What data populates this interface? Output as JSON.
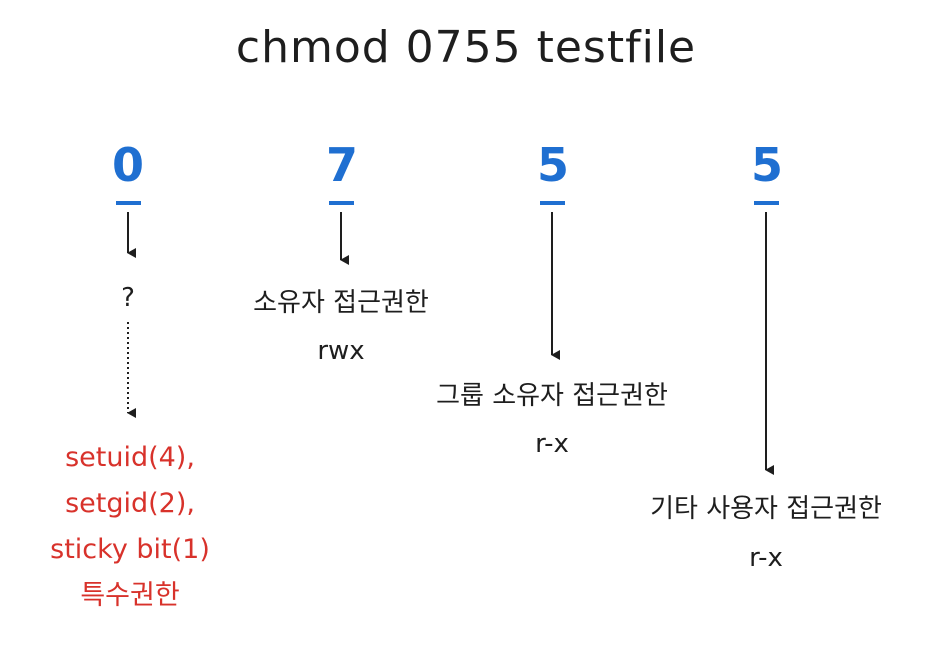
{
  "title": "chmod 0755 testfile",
  "colors": {
    "digit": "#1f6fd1",
    "special": "#d8322b",
    "ink": "#1e1e1e"
  },
  "columns": [
    {
      "digit": "0",
      "label": "?",
      "perm": ""
    },
    {
      "digit": "7",
      "label": "소유자 접근권한",
      "perm": "rwx"
    },
    {
      "digit": "5",
      "label": "그룹 소유자 접근권한",
      "perm": "r-x"
    },
    {
      "digit": "5",
      "label": "기타 사용자 접근권한",
      "perm": "r-x"
    }
  ],
  "special": {
    "lines": [
      "setuid(4),",
      "setgid(2),",
      "sticky bit(1)",
      "특수권한"
    ]
  }
}
